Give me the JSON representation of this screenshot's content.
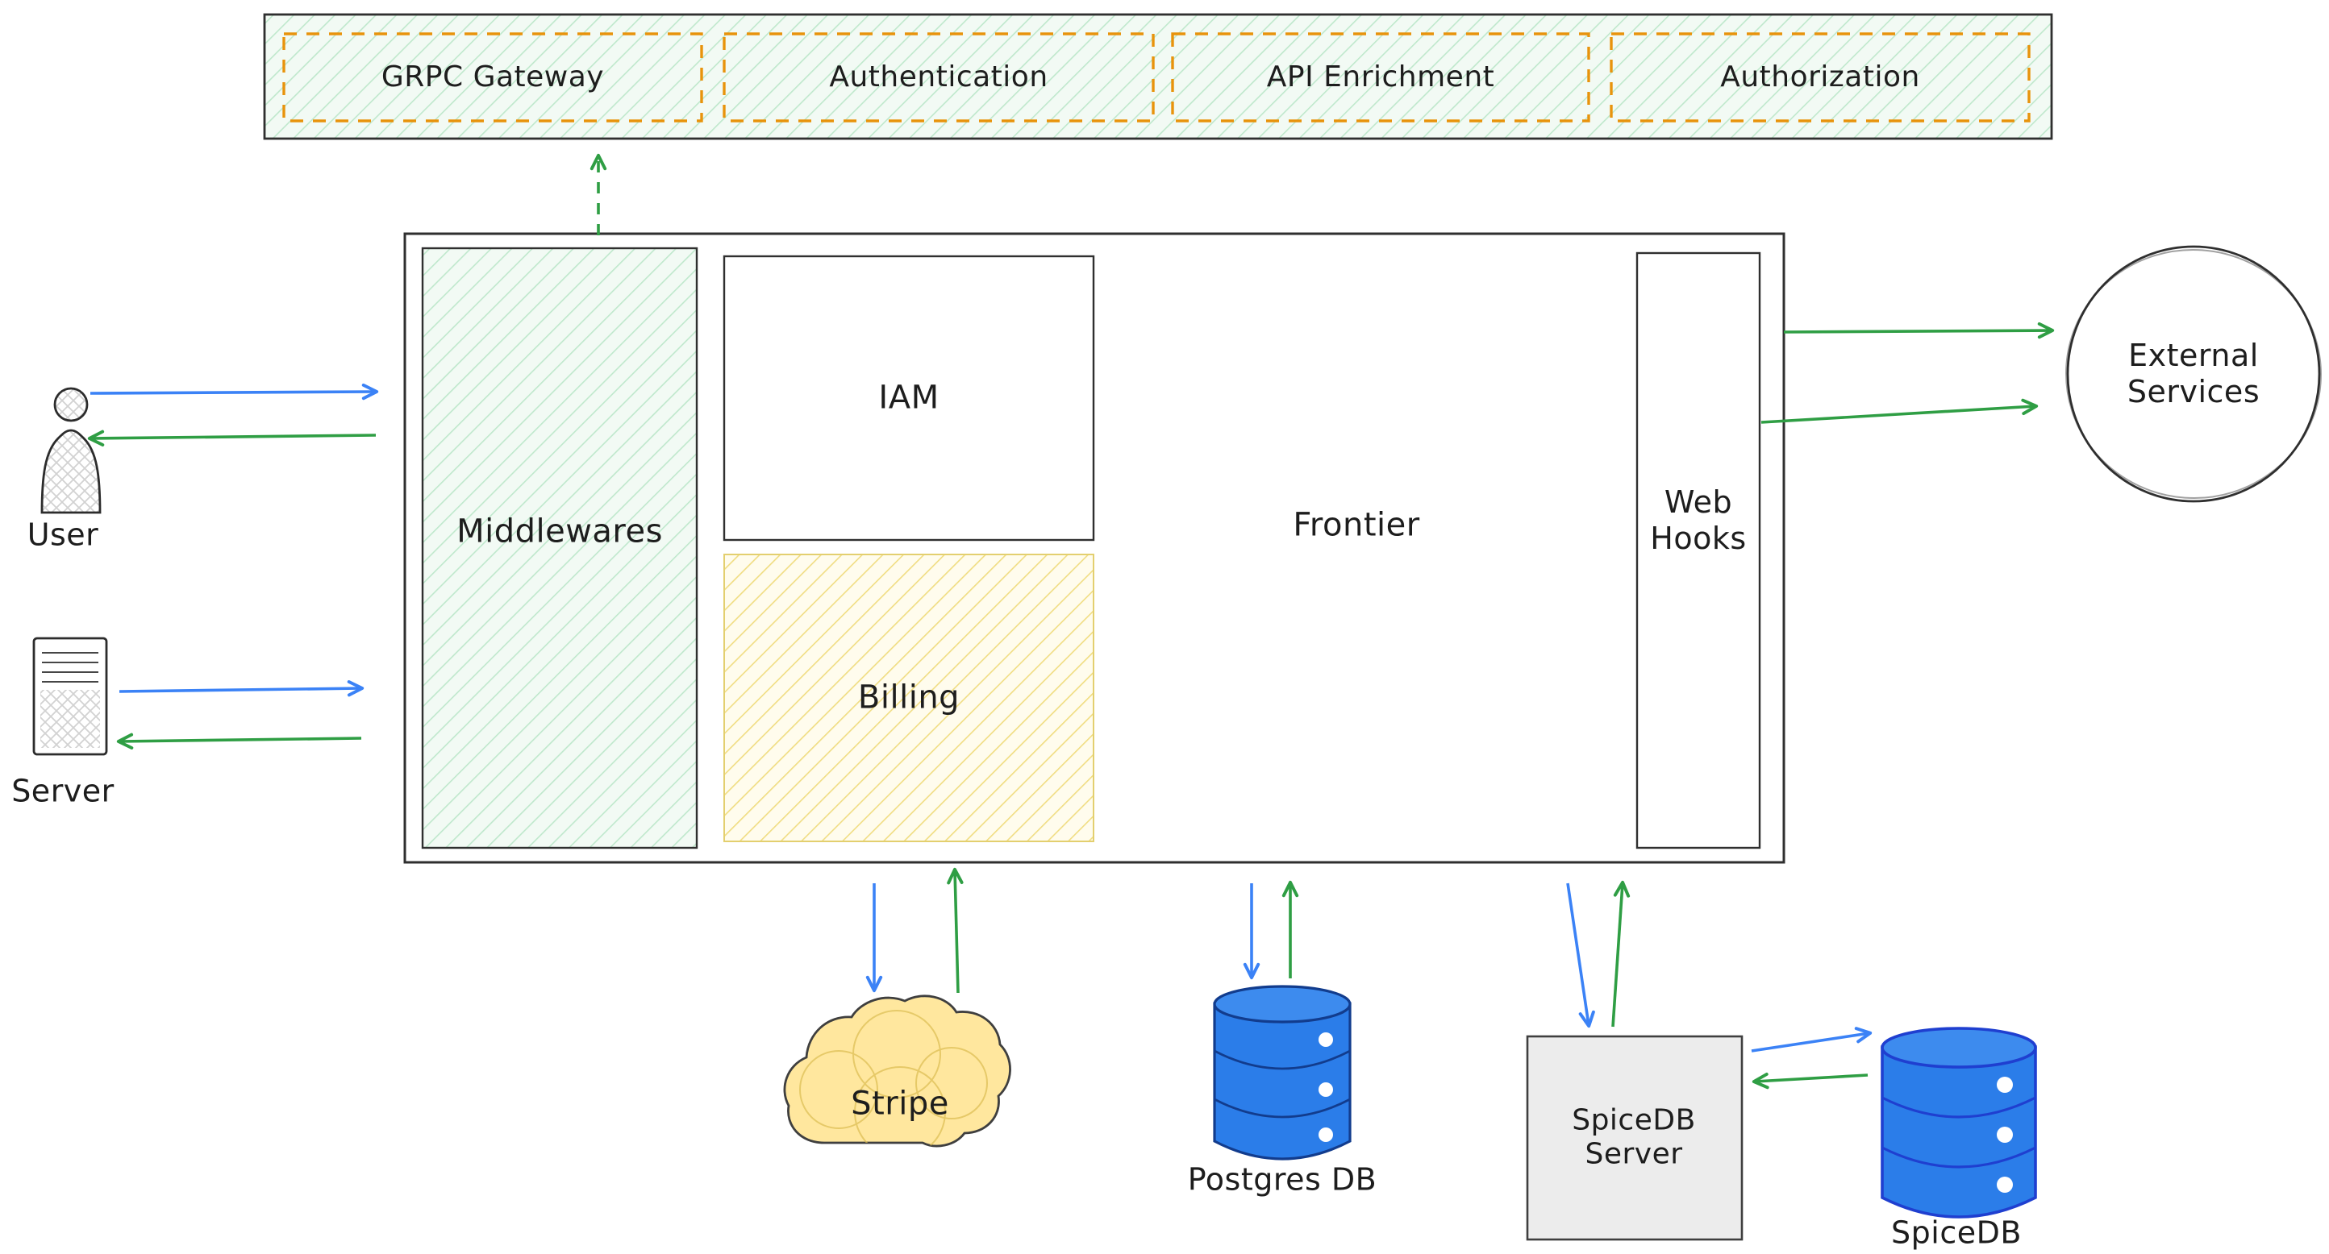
{
  "diagram": {
    "top_bar": {
      "items": [
        "GRPC Gateway",
        "Authentication",
        "API Enrichment",
        "Authorization"
      ]
    },
    "actors": {
      "user_label": "User",
      "server_label": "Server"
    },
    "frontier_box": {
      "middlewares_label": "Middlewares",
      "iam_label": "IAM",
      "billing_label": "Billing",
      "frontier_label": "Frontier",
      "webhooks_label_line1": "Web",
      "webhooks_label_line2": "Hooks"
    },
    "external_services": {
      "line1": "External",
      "line2": "Services"
    },
    "stores": {
      "stripe_label": "Stripe",
      "postgres_label": "Postgres DB",
      "spicedb_server_line1": "SpiceDB",
      "spicedb_server_line2": "Server",
      "spicedb_label": "SpiceDB"
    },
    "colors": {
      "arrow_blue": "#3b82f6",
      "arrow_green": "#2f9e44",
      "hatch_green_line": "#bfe8cc",
      "hatch_yellow_line": "#f0dd82",
      "dashed_orange": "#e8930c",
      "db_blue": "#2b7de9",
      "stripe_yellow": "#ffe79e",
      "server_gray": "#ececec",
      "outline_dark": "#2f2f2f"
    }
  }
}
